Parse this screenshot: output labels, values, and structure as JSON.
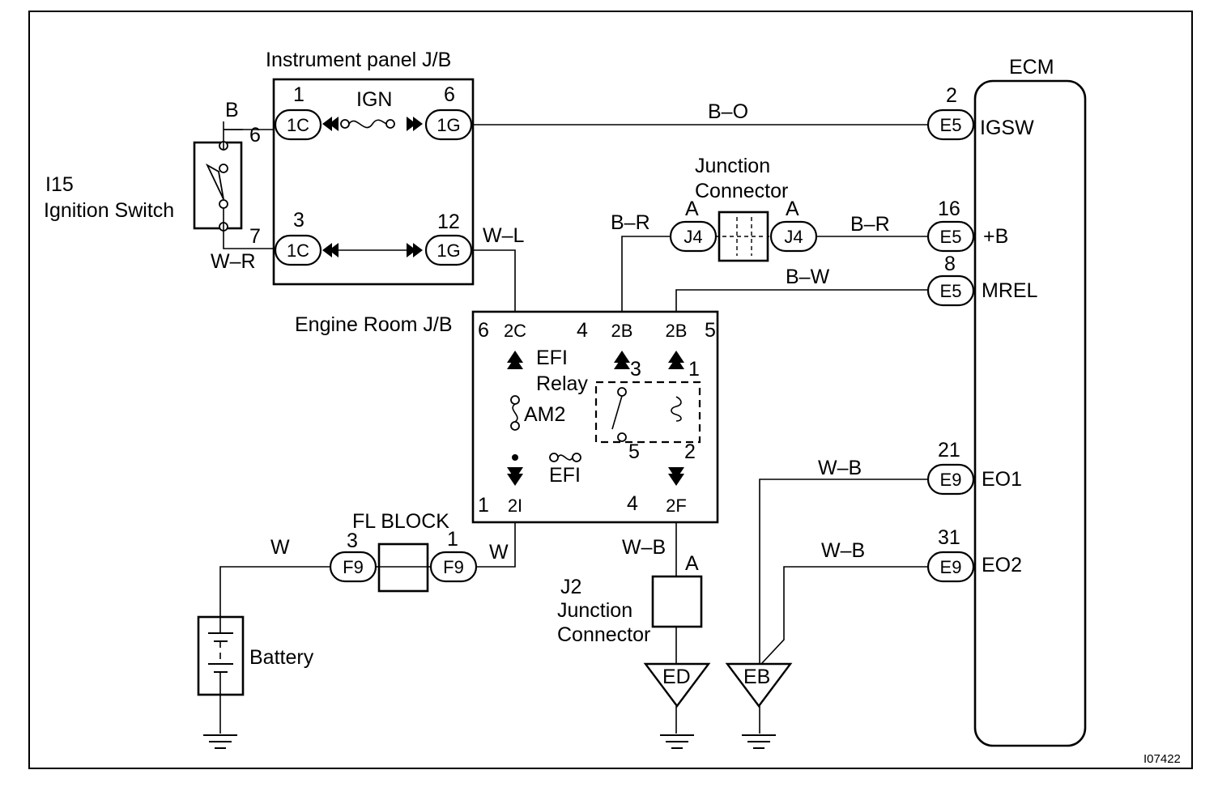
{
  "components": {
    "instrument_panel_jb": "Instrument panel J/B",
    "ignition_switch_id": "I15",
    "ignition_switch": "Ignition Switch",
    "junction_connector_title_1": "Junction",
    "junction_connector_title_2": "Connector",
    "ecm": "ECM",
    "engine_room_jb": "Engine Room J/B",
    "efi_relay_1": "EFI",
    "efi_relay_2": "Relay",
    "fuse_ign": "IGN",
    "fuse_am2": "AM2",
    "fuse_efi": "EFI",
    "fl_block": "FL BLOCK",
    "battery": "Battery",
    "j2_id": "J2",
    "j2_line1": "Junction",
    "j2_line2": "Connector",
    "ground_ed": "ED",
    "ground_eb": "EB",
    "figure_code": "I07422"
  },
  "wires": {
    "b": "B",
    "w_r": "W–R",
    "b_o": "B–O",
    "w_l": "W–L",
    "b_r_left": "B–R",
    "b_r_right": "B–R",
    "b_w": "B–W",
    "w_b_1": "W–B",
    "w_b_2": "W–B",
    "w_b_3": "W–B",
    "w_left": "W",
    "w_right": "W"
  },
  "connectors": {
    "c1c_top": "1C",
    "c1c_top_pin": "1",
    "c1g_top": "1G",
    "c1g_top_pin": "6",
    "c1c_bot": "1C",
    "c1c_bot_pin": "3",
    "c1g_bot": "1G",
    "c1g_bot_pin": "12",
    "sw_pin_top": "6",
    "sw_pin_bot": "7",
    "e5_igsw": "E5",
    "e5_igsw_pin": "2",
    "e5_b": "E5",
    "e5_b_pin": "16",
    "e5_mrel": "E5",
    "e5_mrel_pin": "8",
    "e9_eo1": "E9",
    "e9_eo1_pin": "21",
    "e9_eo2": "E9",
    "e9_eo2_pin": "31",
    "j4_left": "J4",
    "j4_left_pin": "A",
    "j4_right": "J4",
    "j4_right_pin": "A",
    "c2c": "2C",
    "c2c_pin": "6",
    "c2b_left": "2B",
    "c2b_left_pin": "4",
    "c2b_right": "2B",
    "c2b_right_pin": "5",
    "c2i": "2I",
    "c2i_pin": "1",
    "c2f": "2F",
    "c2f_pin": "4",
    "f9_left": "F9",
    "f9_left_pin": "3",
    "f9_right": "F9",
    "f9_right_pin": "1",
    "j2_pin": "A",
    "relay_pin_3": "3",
    "relay_pin_1": "1",
    "relay_pin_5": "5",
    "relay_pin_2": "2"
  },
  "ecm_terminals": {
    "igsw": "IGSW",
    "plus_b": "+B",
    "mrel": "MREL",
    "eo1": "EO1",
    "eo2": "EO2"
  }
}
